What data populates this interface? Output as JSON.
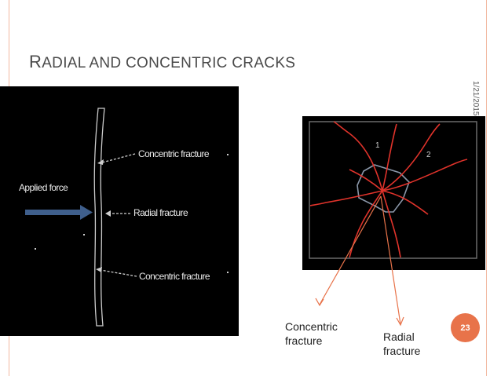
{
  "slide": {
    "title_first_letter": "R",
    "title_rest": "ADIAL AND CONCENTRIC CRACKS",
    "date": "1/21/2015",
    "page_number": "23"
  },
  "left_diagram": {
    "applied_force_label": "Applied force",
    "concentric_label_top": "Concentric fracture",
    "radial_label": "Radial fracture",
    "concentric_label_bottom": "Concentric fracture"
  },
  "right_diagram": {
    "region_1": "1",
    "region_2": "2"
  },
  "captions": {
    "concentric_line1": "Concentric",
    "concentric_line2": "fracture",
    "radial_line1": "Radial",
    "radial_line2": "fracture"
  },
  "colors": {
    "accent": "#e8734a",
    "crack_red": "#e0332b",
    "border": "#f2b9a1"
  }
}
